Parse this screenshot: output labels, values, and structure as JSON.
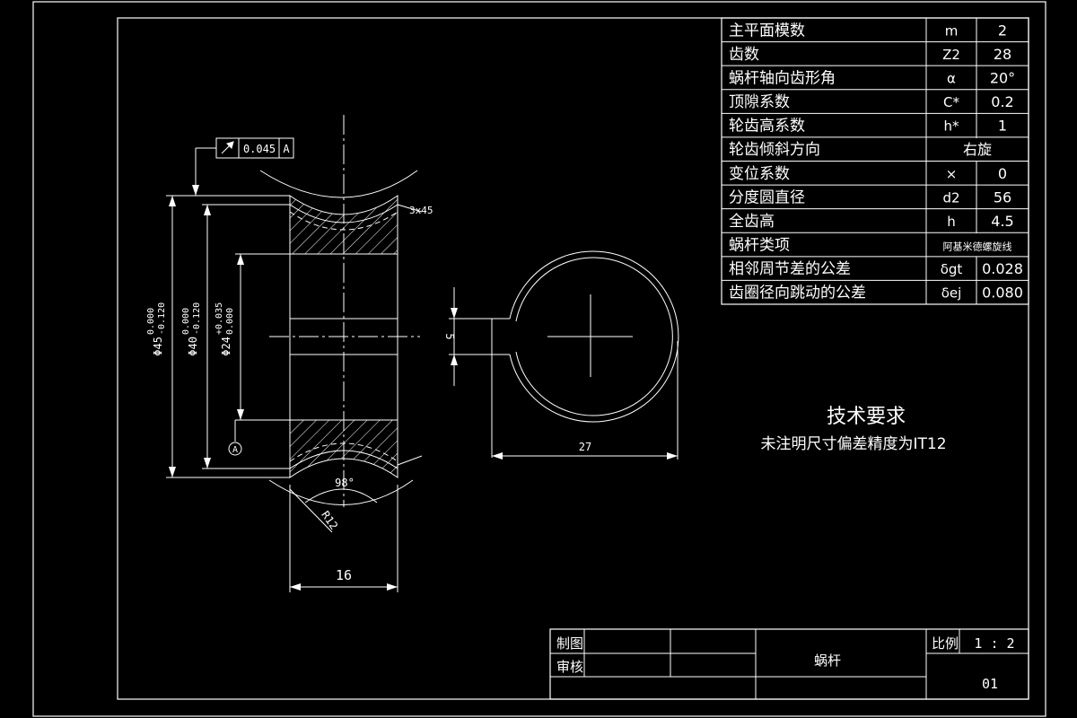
{
  "param_table": {
    "rows": [
      {
        "name": "主平面模数",
        "symbol": "m",
        "value": "2"
      },
      {
        "name": "齿数",
        "symbol": "Z2",
        "value": "28"
      },
      {
        "name": "蜗杆轴向齿形角",
        "symbol": "α",
        "value": "20°"
      },
      {
        "name": "顶隙系数",
        "symbol": "C*",
        "value": "0.2"
      },
      {
        "name": "轮齿高系数",
        "symbol": "h*",
        "value": "1"
      },
      {
        "name": "轮齿倾斜方向",
        "symbol": "",
        "value": "右旋"
      },
      {
        "name": "变位系数",
        "symbol": "×",
        "value": "0"
      },
      {
        "name": "分度圆直径",
        "symbol": "d2",
        "value": "56"
      },
      {
        "name": "全齿高",
        "symbol": "h",
        "value": "4.5"
      },
      {
        "name": "蜗杆类项",
        "symbol": "",
        "value": "阿基米德螺旋线"
      },
      {
        "name": "相邻周节差的公差",
        "symbol": "δgt",
        "value": "0.028"
      },
      {
        "name": "齿圈径向跳动的公差",
        "symbol": "δej",
        "value": "0.080"
      }
    ]
  },
  "tech_req": {
    "title": "技术要求",
    "text": "未注明尺寸偏差精度为IT12"
  },
  "title_block": {
    "drawn_label": "制图",
    "check_label": "审核",
    "part_name": "蜗杆",
    "scale_label": "比例",
    "scale_value": "1 : 2",
    "drawing_no": "01"
  },
  "annotations": {
    "runout_value": "0.045",
    "datum": "A",
    "datum_ref": "A",
    "chamfer": "3x45",
    "dia_45": "Φ45",
    "dia_45_tol_up": "0.000",
    "dia_45_tol_low": "-0.120",
    "dia_40": "Φ40",
    "dia_40_tol_up": "0.000",
    "dia_40_tol_low": "-0.120",
    "dia_24": "Φ24",
    "dia_24_tol_up": "+0.035",
    "dia_24_tol_low": "0.000",
    "angle": "98°",
    "radius": "R12",
    "width": "16",
    "keyway_width": "5",
    "keyway_depth": "27"
  },
  "colors": {
    "background": "#000000",
    "line": "#ffffff"
  }
}
